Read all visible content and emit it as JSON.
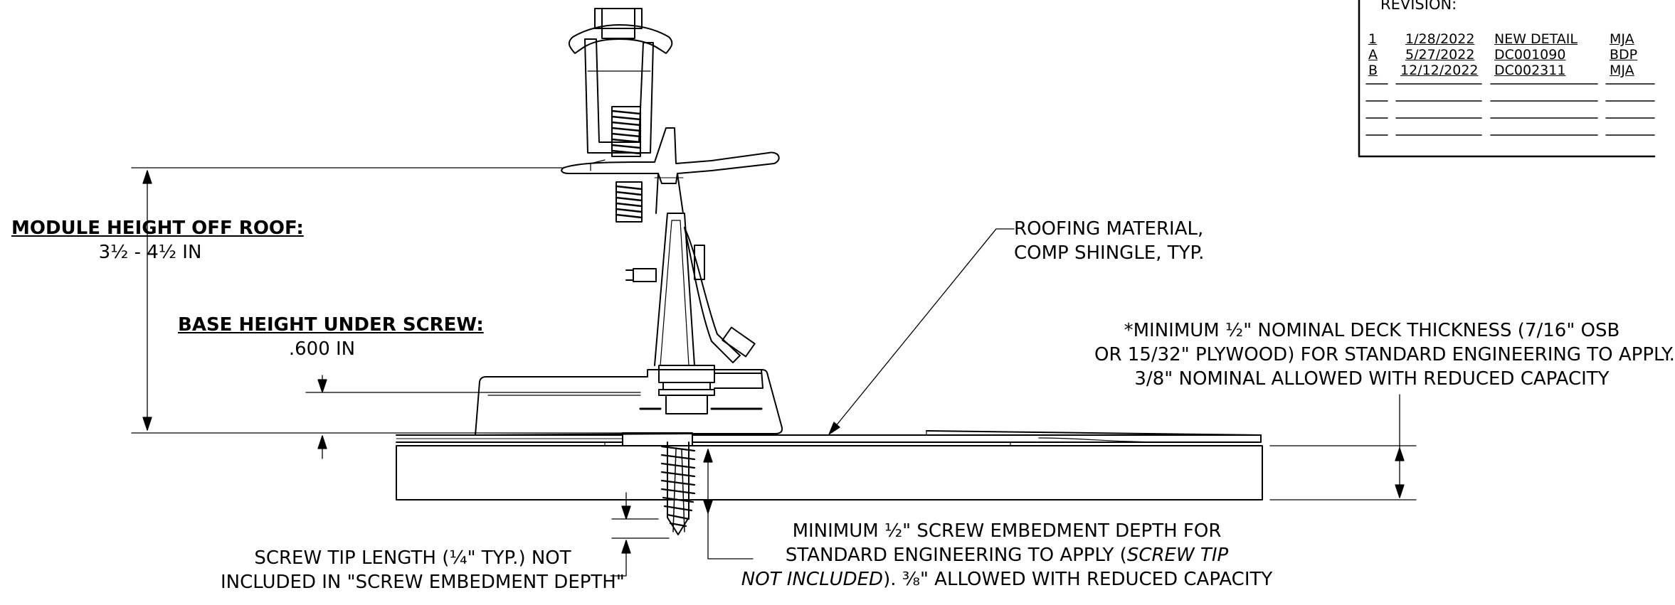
{
  "module_height": {
    "label": "MODULE HEIGHT OFF ROOF:",
    "value": "3½ - 4½ IN"
  },
  "base_height": {
    "label": "BASE HEIGHT UNDER SCREW:",
    "value": ".600 IN"
  },
  "roofing": {
    "line1": "ROOFING MATERIAL,",
    "line2": "COMP SHINGLE, TYP."
  },
  "deck_note": {
    "line1": "*MINIMUM ½\" NOMINAL DECK THICKNESS (7/16\" OSB",
    "line2": "OR 15/32\" PLYWOOD) FOR STANDARD ENGINEERING TO APPLY.",
    "line3": "3/8\" NOMINAL ALLOWED WITH REDUCED CAPACITY"
  },
  "screw_tip": {
    "line1": "SCREW TIP LENGTH (¼\" TYP.) NOT",
    "line2": "INCLUDED IN \"SCREW EMBEDMENT DEPTH\""
  },
  "embedment": {
    "line1": "MINIMUM ½\" SCREW EMBEDMENT DEPTH FOR",
    "line2_a": "STANDARD ENGINEERING TO APPLY (",
    "line2_b": "SCREW TIP",
    "line3_a": "NOT INCLUDED",
    "line3_b": ").  ⅜\" ALLOWED WITH REDUCED CAPACITY"
  },
  "revision": {
    "title": "REVISION:",
    "rows": [
      {
        "rev": "1",
        "date": "1/28/2022",
        "desc": "NEW DETAIL",
        "by": "MJA"
      },
      {
        "rev": "A",
        "date": "5/27/2022",
        "desc": "DC001090",
        "by": "BDP"
      },
      {
        "rev": "B",
        "date": "12/12/2022",
        "desc": "DC002311",
        "by": "MJA"
      }
    ]
  }
}
